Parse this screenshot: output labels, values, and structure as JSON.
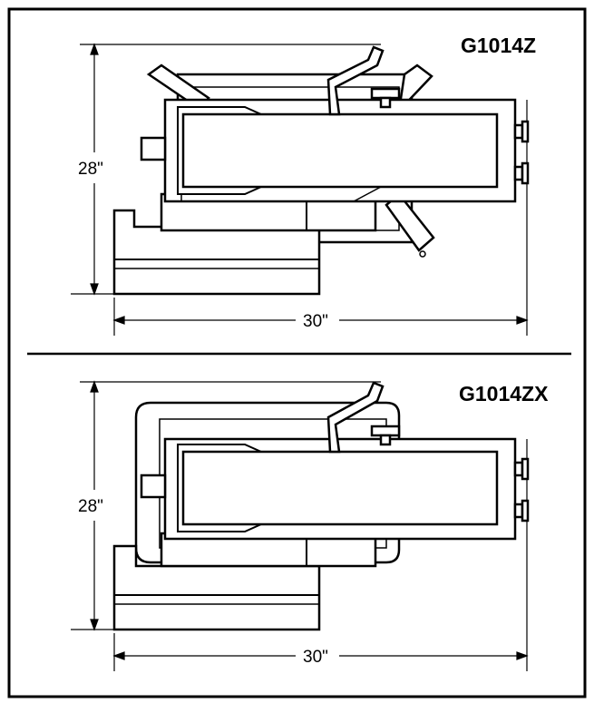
{
  "panels": [
    {
      "model": "G1014Z",
      "height_dim": "28\"",
      "width_dim": "30\""
    },
    {
      "model": "G1014ZX",
      "height_dim": "28\"",
      "width_dim": "30\""
    }
  ],
  "colors": {
    "line": "#000000",
    "background": "#ffffff"
  }
}
